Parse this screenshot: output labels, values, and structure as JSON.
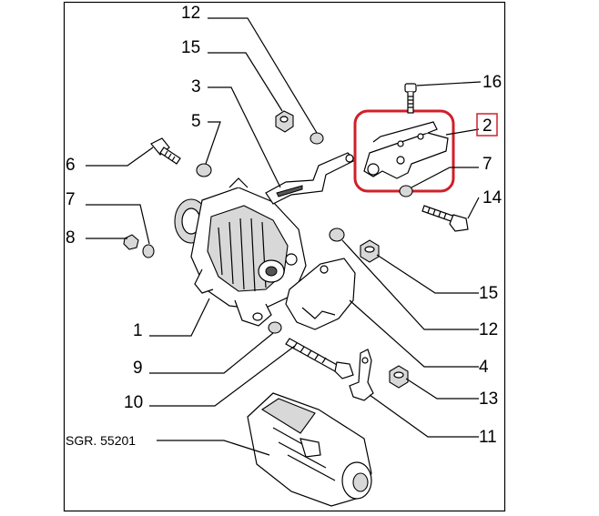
{
  "callouts": {
    "c12_top": "12",
    "c15_top": "15",
    "c3": "3",
    "c5": "5",
    "c6": "6",
    "c7_left": "7",
    "c8": "8",
    "c1": "1",
    "c9": "9",
    "c10": "10",
    "c16": "16",
    "c2": "2",
    "c7_right": "7",
    "c14": "14",
    "c15_right": "15",
    "c12_right": "12",
    "c4": "4",
    "c13": "13",
    "c11": "11"
  },
  "reference_code": "SGR. 55201",
  "colors": {
    "highlight": "#d0202a",
    "line": "#000000",
    "background": "#ffffff"
  }
}
